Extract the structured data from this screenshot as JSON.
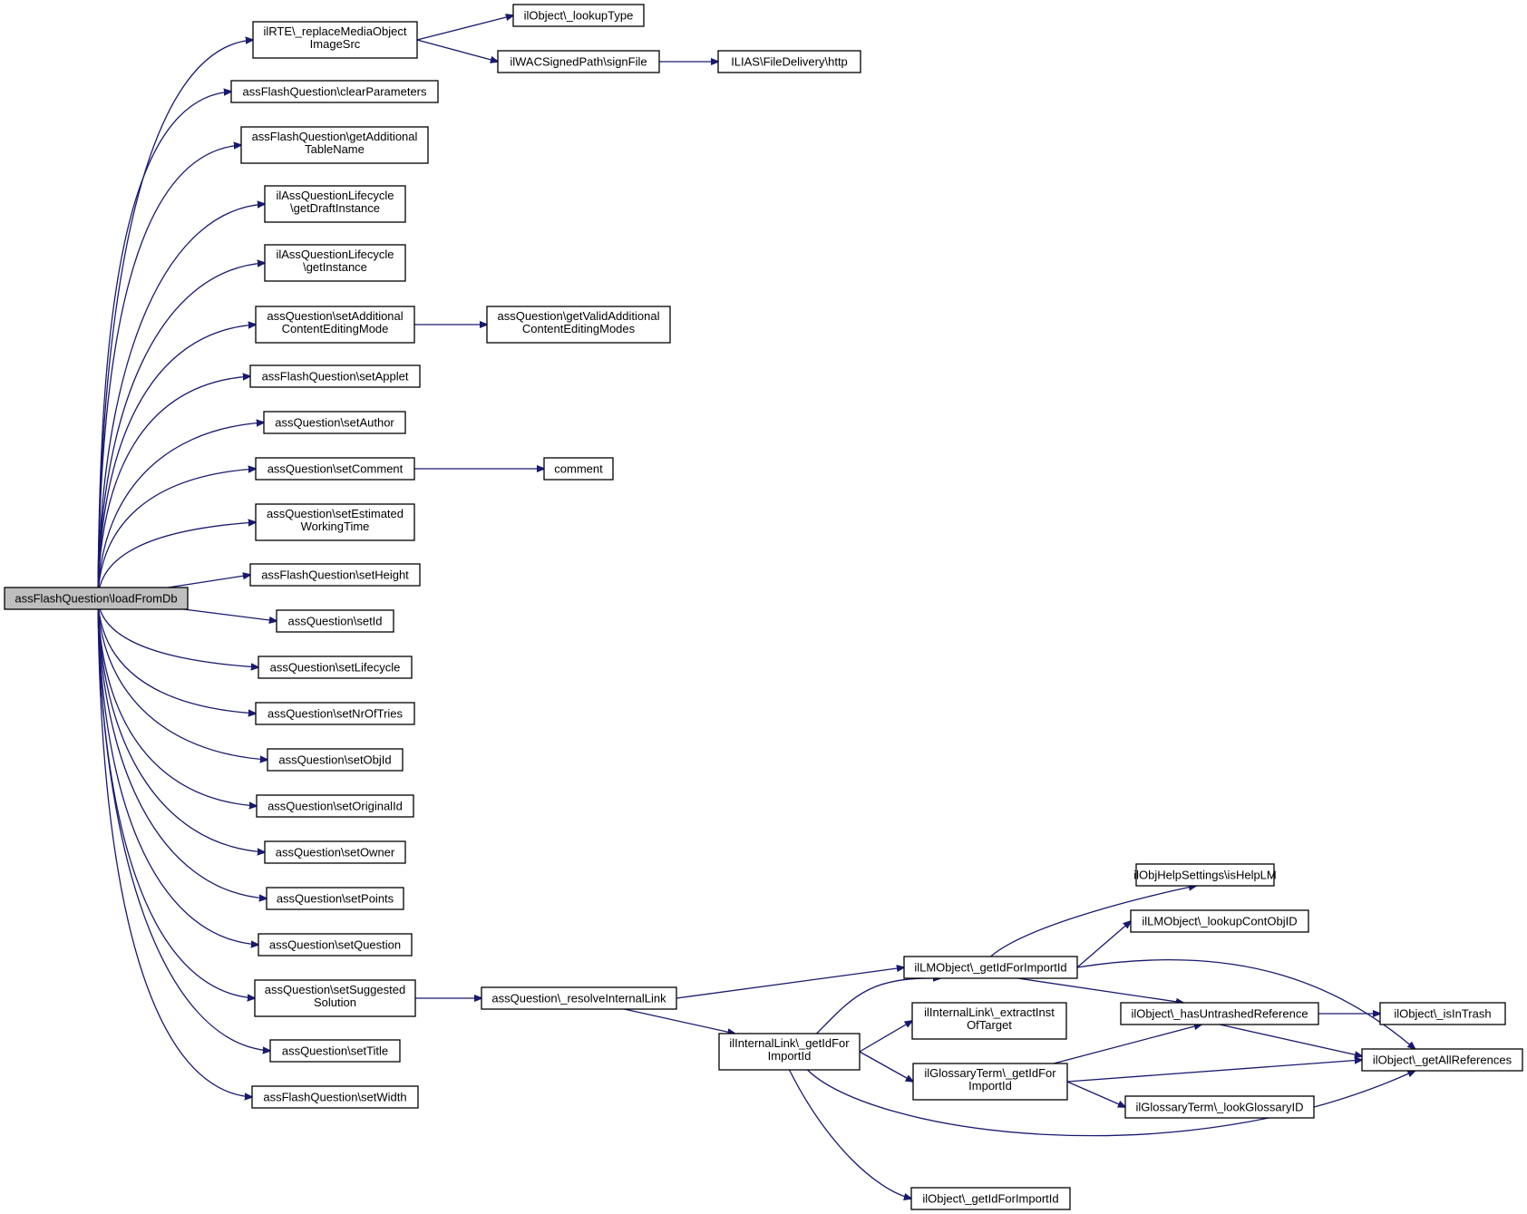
{
  "graph": {
    "nodes": [
      {
        "id": "root",
        "label": "assFlashQuestion\\loadFromDb",
        "root": true
      },
      {
        "id": "n_rte",
        "label": "ilRTE\\_replaceMediaObject ImageSrc"
      },
      {
        "id": "n_lookuptype",
        "label": "ilObject\\_lookupType"
      },
      {
        "id": "n_signfile",
        "label": "ilWACSignedPath\\signFile"
      },
      {
        "id": "n_http",
        "label": "ILIAS\\FileDelivery\\http"
      },
      {
        "id": "n_clearparams",
        "label": "assFlashQuestion\\clearParameters"
      },
      {
        "id": "n_gettable",
        "label": "assFlashQuestion\\getAdditional TableName"
      },
      {
        "id": "n_draft",
        "label": "ilAssQuestionLifecycle \\getDraftInstance"
      },
      {
        "id": "n_getinst",
        "label": "ilAssQuestionLifecycle \\getInstance"
      },
      {
        "id": "n_setaddmode",
        "label": "assQuestion\\setAdditional ContentEditingMode"
      },
      {
        "id": "n_getvalidmodes",
        "label": "assQuestion\\getValidAdditional ContentEditingModes"
      },
      {
        "id": "n_setapplet",
        "label": "assFlashQuestion\\setApplet"
      },
      {
        "id": "n_setauthor",
        "label": "assQuestion\\setAuthor"
      },
      {
        "id": "n_setcomment",
        "label": "assQuestion\\setComment"
      },
      {
        "id": "n_comment",
        "label": "comment"
      },
      {
        "id": "n_setestimated",
        "label": "assQuestion\\setEstimated WorkingTime"
      },
      {
        "id": "n_setheight",
        "label": "assFlashQuestion\\setHeight"
      },
      {
        "id": "n_setid",
        "label": "assQuestion\\setId"
      },
      {
        "id": "n_setlifecycle",
        "label": "assQuestion\\setLifecycle"
      },
      {
        "id": "n_setnroftries",
        "label": "assQuestion\\setNrOfTries"
      },
      {
        "id": "n_setobjid",
        "label": "assQuestion\\setObjId"
      },
      {
        "id": "n_setoriginalid",
        "label": "assQuestion\\setOriginalId"
      },
      {
        "id": "n_setowner",
        "label": "assQuestion\\setOwner"
      },
      {
        "id": "n_setpoints",
        "label": "assQuestion\\setPoints"
      },
      {
        "id": "n_setquestion",
        "label": "assQuestion\\setQuestion"
      },
      {
        "id": "n_setsuggested",
        "label": "assQuestion\\setSuggested Solution"
      },
      {
        "id": "n_settitle",
        "label": "assQuestion\\setTitle"
      },
      {
        "id": "n_setwidth",
        "label": "assFlashQuestion\\setWidth"
      },
      {
        "id": "n_resolve",
        "label": "assQuestion\\_resolveInternalLink"
      },
      {
        "id": "n_lmgetid",
        "label": "ilLMObject\\_getIdForImportId"
      },
      {
        "id": "n_ishelplm",
        "label": "ilObjHelpSettings\\isHelpLM"
      },
      {
        "id": "n_lookupcont",
        "label": "ilLMObject\\_lookupContObjID"
      },
      {
        "id": "n_intgetid",
        "label": "ilInternalLink\\_getIdFor ImportId"
      },
      {
        "id": "n_extract",
        "label": "ilInternalLink\\_extractInst OfTarget"
      },
      {
        "id": "n_glossgetid",
        "label": "ilGlossaryTerm\\_getIdFor ImportId"
      },
      {
        "id": "n_lookgloss",
        "label": "ilGlossaryTerm\\_lookGlossaryID"
      },
      {
        "id": "n_hasuntrashed",
        "label": "ilObject\\_hasUntrashedReference"
      },
      {
        "id": "n_isintrash",
        "label": "ilObject\\_isInTrash"
      },
      {
        "id": "n_getallrefs",
        "label": "ilObject\\_getAllReferences"
      },
      {
        "id": "n_objgetid",
        "label": "ilObject\\_getIdForImportId"
      }
    ],
    "edges": [
      [
        "root",
        "n_rte"
      ],
      [
        "root",
        "n_clearparams"
      ],
      [
        "root",
        "n_gettable"
      ],
      [
        "root",
        "n_draft"
      ],
      [
        "root",
        "n_getinst"
      ],
      [
        "root",
        "n_setaddmode"
      ],
      [
        "root",
        "n_setapplet"
      ],
      [
        "root",
        "n_setauthor"
      ],
      [
        "root",
        "n_setcomment"
      ],
      [
        "root",
        "n_setestimated"
      ],
      [
        "root",
        "n_setheight"
      ],
      [
        "root",
        "n_setid"
      ],
      [
        "root",
        "n_setlifecycle"
      ],
      [
        "root",
        "n_setnroftries"
      ],
      [
        "root",
        "n_setobjid"
      ],
      [
        "root",
        "n_setoriginalid"
      ],
      [
        "root",
        "n_setowner"
      ],
      [
        "root",
        "n_setpoints"
      ],
      [
        "root",
        "n_setquestion"
      ],
      [
        "root",
        "n_setsuggested"
      ],
      [
        "root",
        "n_settitle"
      ],
      [
        "root",
        "n_setwidth"
      ],
      [
        "n_rte",
        "n_lookuptype"
      ],
      [
        "n_rte",
        "n_signfile"
      ],
      [
        "n_signfile",
        "n_http"
      ],
      [
        "n_setaddmode",
        "n_getvalidmodes"
      ],
      [
        "n_setcomment",
        "n_comment"
      ],
      [
        "n_setsuggested",
        "n_resolve"
      ],
      [
        "n_resolve",
        "n_lmgetid"
      ],
      [
        "n_resolve",
        "n_intgetid"
      ],
      [
        "n_lmgetid",
        "n_ishelplm"
      ],
      [
        "n_lmgetid",
        "n_lookupcont"
      ],
      [
        "n_lmgetid",
        "n_hasuntrashed"
      ],
      [
        "n_lmgetid",
        "n_getallrefs"
      ],
      [
        "n_intgetid",
        "n_lmgetid"
      ],
      [
        "n_intgetid",
        "n_extract"
      ],
      [
        "n_intgetid",
        "n_glossgetid"
      ],
      [
        "n_intgetid",
        "n_getallrefs"
      ],
      [
        "n_intgetid",
        "n_objgetid"
      ],
      [
        "n_glossgetid",
        "n_hasuntrashed"
      ],
      [
        "n_glossgetid",
        "n_getallrefs"
      ],
      [
        "n_glossgetid",
        "n_lookgloss"
      ],
      [
        "n_hasuntrashed",
        "n_isintrash"
      ],
      [
        "n_hasuntrashed",
        "n_getallrefs"
      ]
    ]
  }
}
